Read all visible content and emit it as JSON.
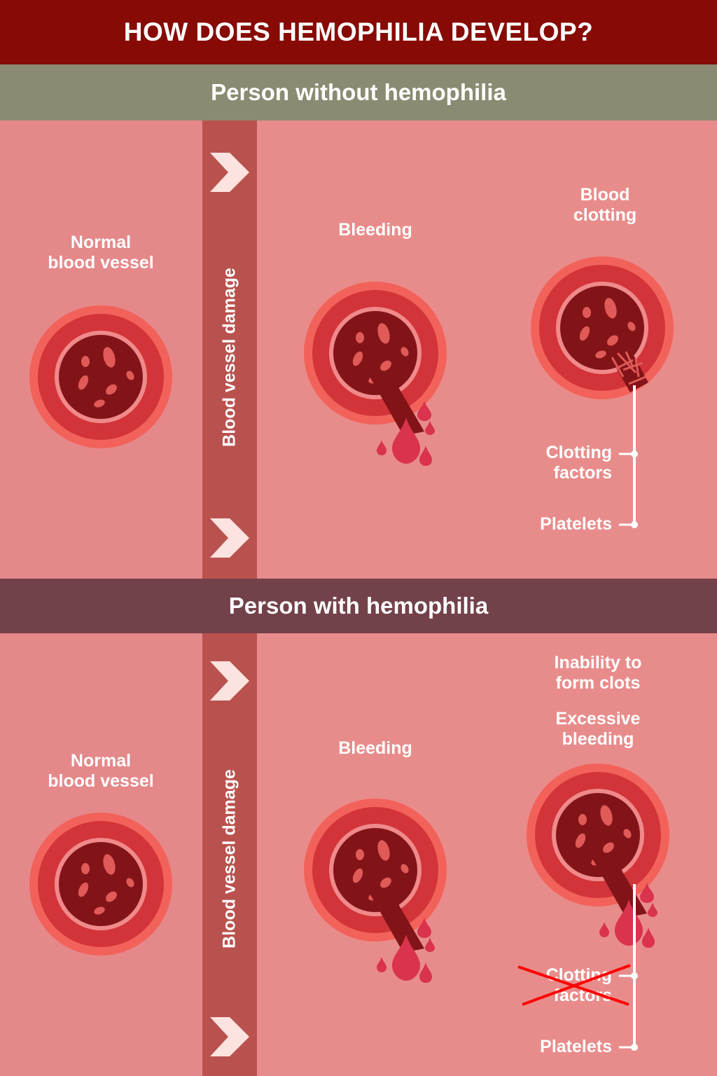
{
  "title": "HOW DOES HEMOPHILIA DEVELOP?",
  "sections": [
    {
      "heading": "Person without hemophilia",
      "damage_label": "Blood vessel damage",
      "normal_label": "Normal\nblood vessel",
      "bleeding_label": "Bleeding",
      "outcome_label": "Blood\nclotting",
      "clotting_factors_label": "Clotting\nfactors",
      "platelets_label": "Platelets"
    },
    {
      "heading": "Person with hemophilia",
      "damage_label": "Blood vessel damage",
      "normal_label": "Normal\nblood vessel",
      "bleeding_label": "Bleeding",
      "inability_label": "Inability to\nform clots",
      "outcome_label": "Excessive\nbleeding",
      "clotting_factors_label": "Clotting\nfactors",
      "platelets_label": "Platelets"
    }
  ],
  "colors": {
    "title_bar": "#870a05",
    "section1_bar": "#8a8b72",
    "section2_bar": "#73414a",
    "background": "#e88c8b",
    "strip": "#b9524e",
    "vessel_outer": "#f2625a",
    "vessel_wall": "#d23439",
    "lumen": "#821418",
    "cell": "#e05a58",
    "drop": "#d9334e",
    "cross": "#ff0000"
  }
}
